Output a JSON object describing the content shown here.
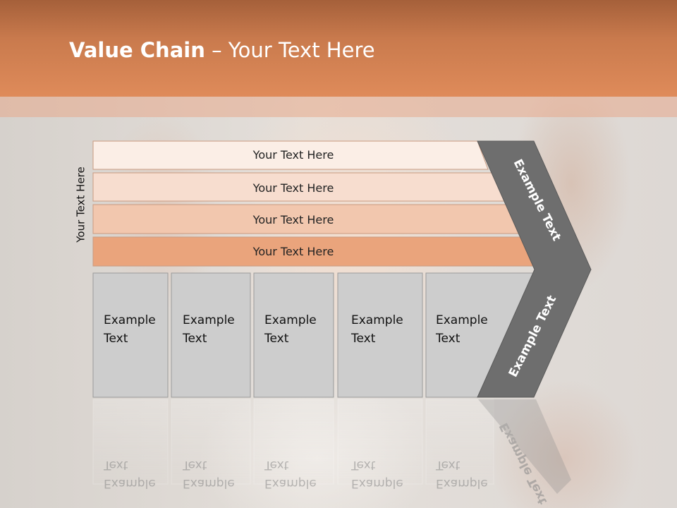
{
  "slide": {
    "title_bold": "Value Chain",
    "title_rest": " – Your Text Here",
    "side_label": "Your Text Here",
    "rows": [
      {
        "label": "Your Text Here",
        "color": "#fbeee6"
      },
      {
        "label": "Your Text Here",
        "color": "#f7ddcf"
      },
      {
        "label": "Your Text Here",
        "color": "#f2c7ae"
      },
      {
        "label": "Your Text Here",
        "color": "#eaa47c"
      }
    ],
    "boxes": [
      {
        "line1": "Example",
        "line2": "Text"
      },
      {
        "line1": "Example",
        "line2": "Text"
      },
      {
        "line1": "Example",
        "line2": "Text"
      },
      {
        "line1": "Example",
        "line2": "Text"
      },
      {
        "line1": "Example",
        "line2": "Text"
      }
    ],
    "chevron_top_label": "Example Text",
    "chevron_bottom_label": "Example Text",
    "colors": {
      "header": "#df8b5a",
      "chevron": "#6e6e6e",
      "box": "#cdcdcd"
    }
  }
}
